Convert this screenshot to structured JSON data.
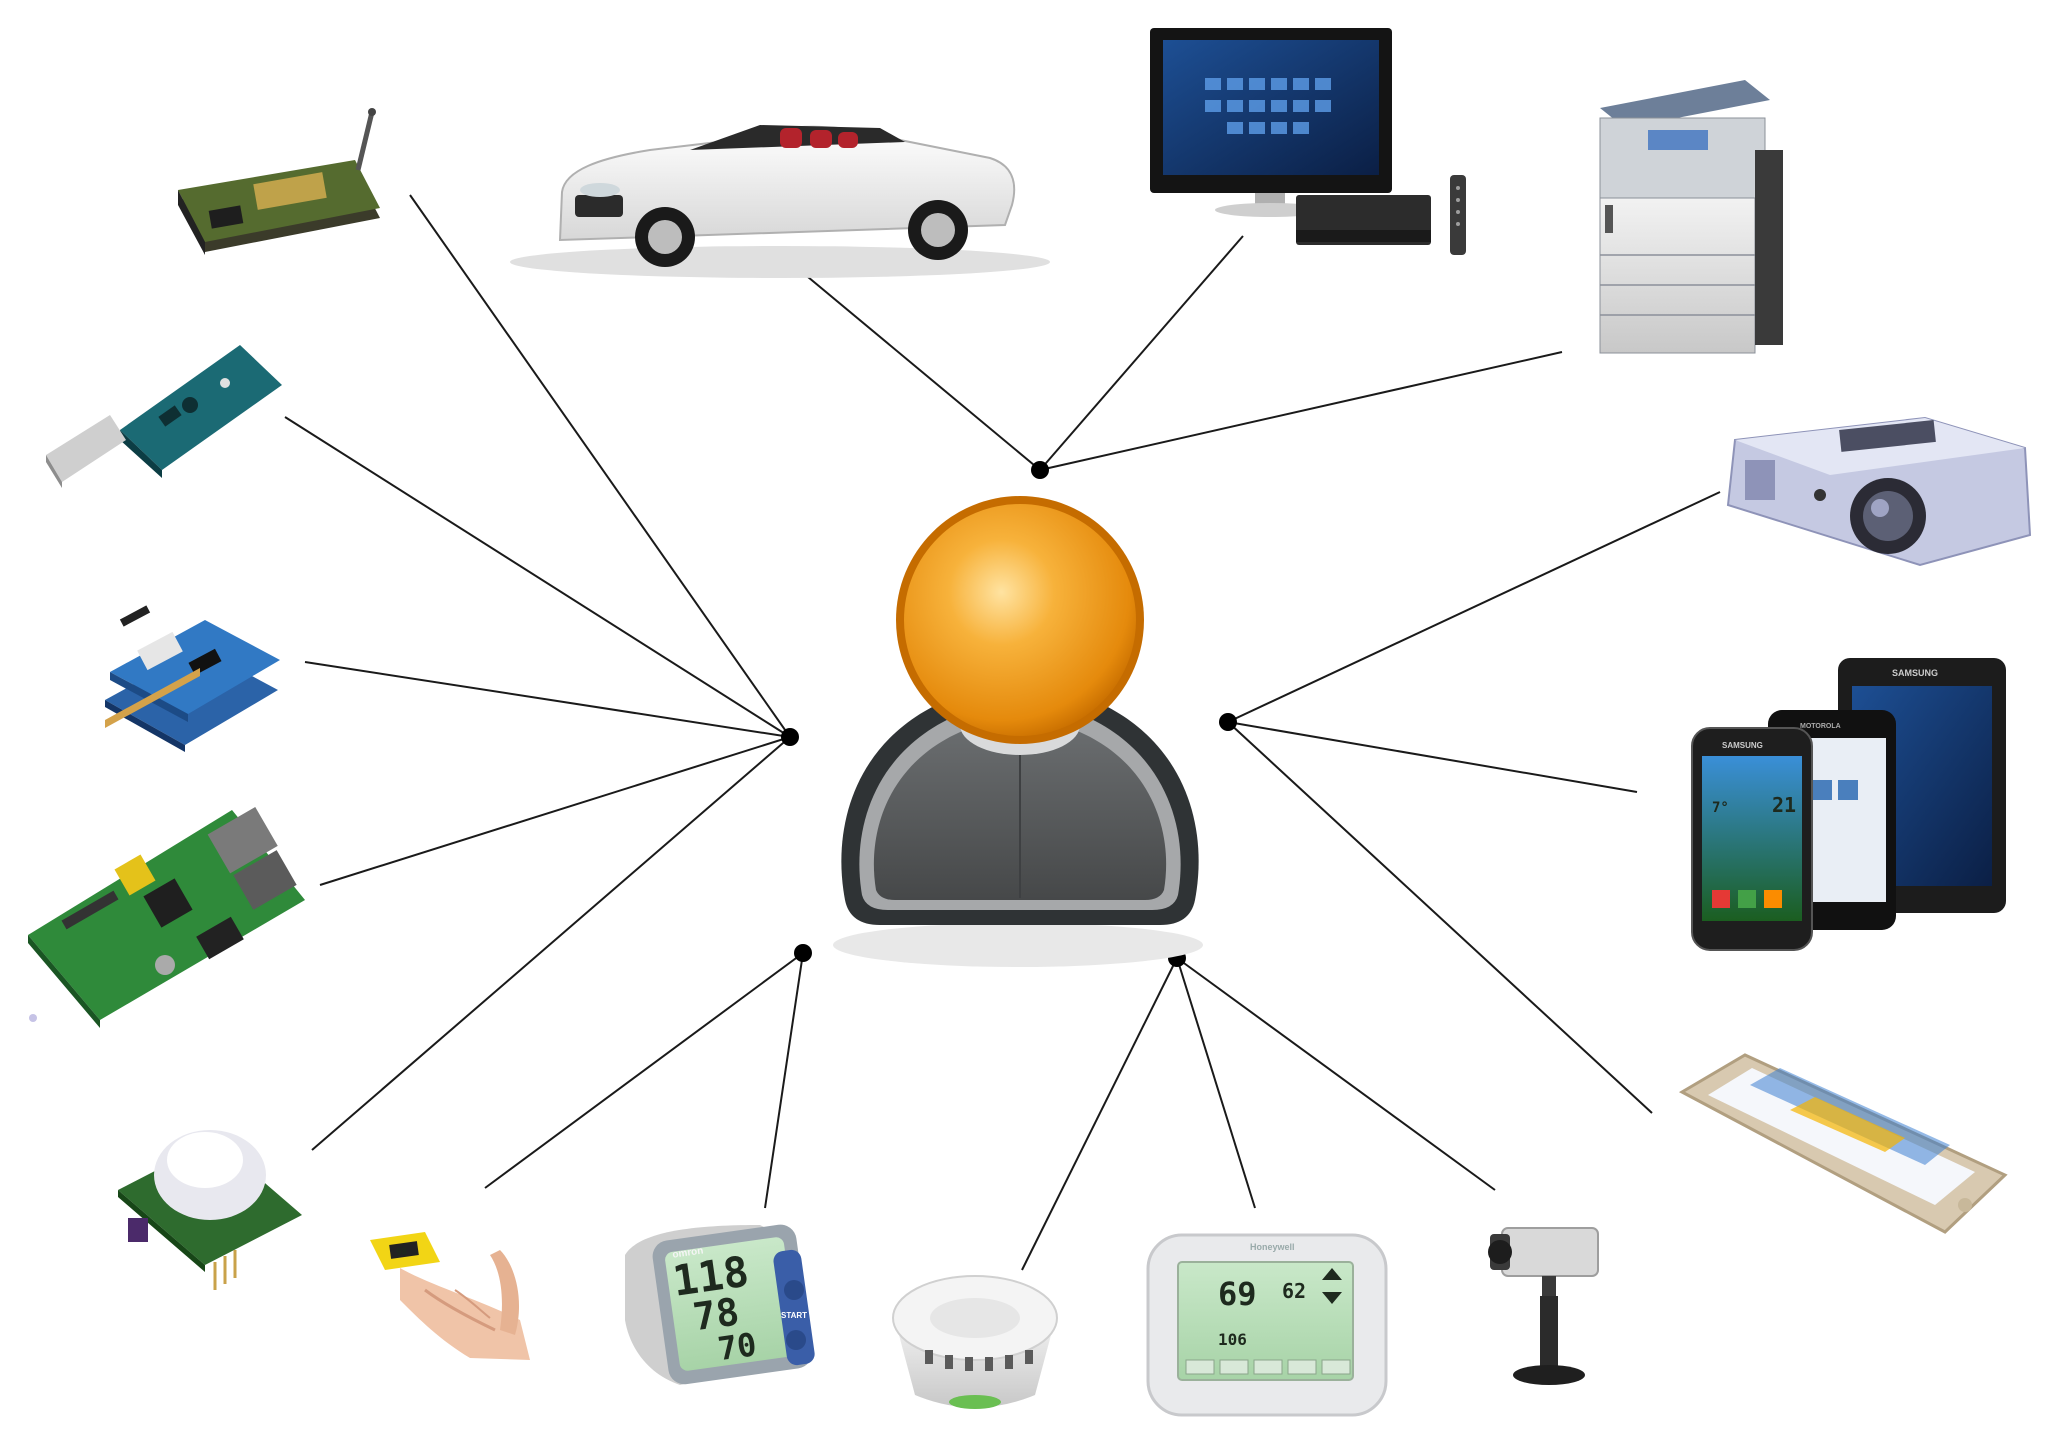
{
  "diagram": {
    "user": {
      "icon": "user-avatar-icon"
    },
    "hubs": [
      "hub-top",
      "hub-left",
      "hub-right",
      "hub-bottom-left",
      "hub-bottom-right"
    ],
    "devices": [
      {
        "name": "zigbee-module",
        "icon": "wireless-module-icon",
        "hub": "hub-left"
      },
      {
        "name": "usb-dongle",
        "icon": "usb-board-icon",
        "hub": "hub-left"
      },
      {
        "name": "arduino-shield",
        "icon": "arduino-icon",
        "hub": "hub-left"
      },
      {
        "name": "raspberry-pi",
        "icon": "raspberry-pi-icon",
        "hub": "hub-left"
      },
      {
        "name": "pir-sensor",
        "icon": "motion-sensor-icon",
        "hub": "hub-left"
      },
      {
        "name": "pulse-oximeter",
        "icon": "finger-oximeter-icon",
        "hub": "hub-bottom-left"
      },
      {
        "name": "blood-pressure-monitor",
        "icon": "blood-pressure-icon",
        "hub": "hub-bottom-left"
      },
      {
        "name": "smoke-detector",
        "icon": "smoke-detector-icon",
        "hub": "hub-bottom-right"
      },
      {
        "name": "thermostat",
        "icon": "thermostat-icon",
        "hub": "hub-bottom-right"
      },
      {
        "name": "security-camera",
        "icon": "camera-icon",
        "hub": "hub-bottom-right"
      },
      {
        "name": "convertible-car",
        "icon": "car-icon",
        "hub": "hub-top"
      },
      {
        "name": "television",
        "icon": "tv-icon",
        "hub": "hub-top"
      },
      {
        "name": "copier",
        "icon": "printer-icon",
        "hub": "hub-top"
      },
      {
        "name": "projector",
        "icon": "projector-icon",
        "hub": "hub-right"
      },
      {
        "name": "smartphones-tablet",
        "icon": "smartphone-icon",
        "hub": "hub-right"
      },
      {
        "name": "iphone",
        "icon": "phone-icon",
        "hub": "hub-right"
      }
    ]
  },
  "labels": {
    "bp_sys": "118",
    "bp_dia": "78",
    "bp_pulse": "70",
    "bp_brand": "omron",
    "bp_start": "START",
    "thermo_temp": "69",
    "thermo_set": "62",
    "thermo_humidity": "106",
    "thermo_brand": "Honeywell",
    "phone_brand_1": "SAMSUNG",
    "phone_brand_2": "MOTOROLA",
    "tablet_brand": "SAMSUNG",
    "phone_time": "21",
    "phone_temp": "7°"
  },
  "colors": {
    "hub": "#000000",
    "line": "#1a1a1a",
    "avatar_orange": "#f5a623",
    "avatar_body": "#55585a",
    "pcb_green": "#2e7d32"
  }
}
